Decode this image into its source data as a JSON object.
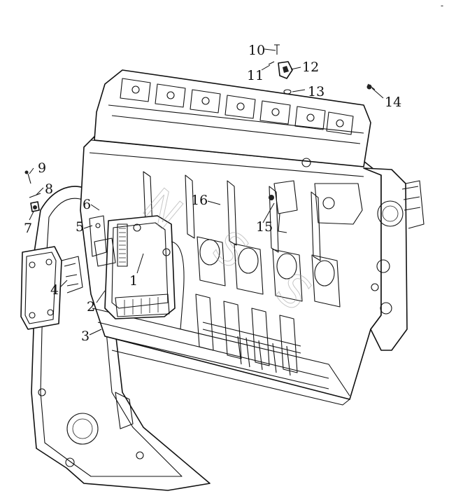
{
  "callouts": [
    "1",
    "2",
    "3",
    "4",
    "5",
    "6",
    "7",
    "8",
    "9",
    "10",
    "11",
    "12",
    "13",
    "14",
    "15",
    "16"
  ],
  "corner_mark": "-"
}
